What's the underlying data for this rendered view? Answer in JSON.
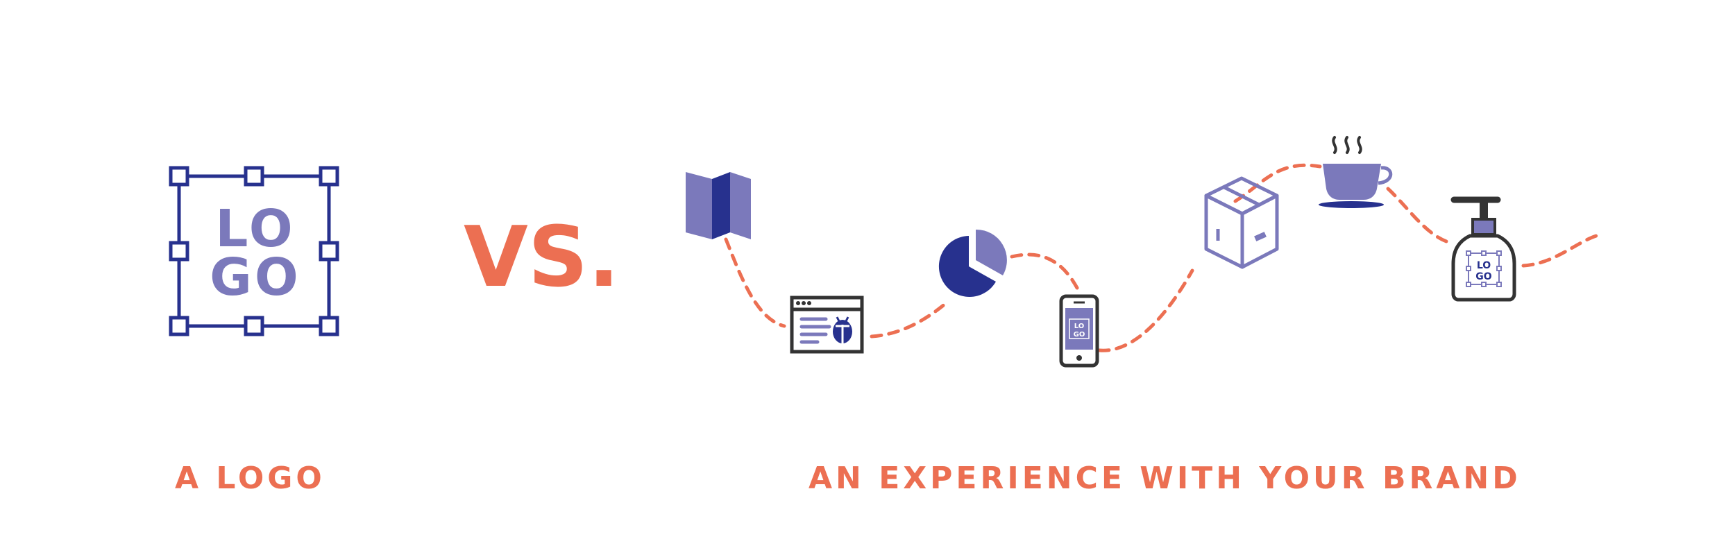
{
  "logo_block": {
    "logo_line1": "LO",
    "logo_line2": "GO",
    "caption": "A LOGO"
  },
  "versus_label": "VS.",
  "journey": {
    "caption": "AN EXPERIENCE WITH YOUR BRAND",
    "touchpoints": [
      {
        "icon": "folded-map-icon"
      },
      {
        "icon": "browser-window-icon"
      },
      {
        "icon": "pie-chart-icon"
      },
      {
        "icon": "smartphone-icon",
        "logo_line1": "LO",
        "logo_line2": "GO"
      },
      {
        "icon": "shipping-box-icon"
      },
      {
        "icon": "coffee-cup-icon"
      },
      {
        "icon": "soap-dispenser-icon",
        "logo_line1": "LO",
        "logo_line2": "GO"
      }
    ]
  },
  "colors": {
    "accent_orange": "#ec6f52",
    "navy": "#27318e",
    "lavender": "#7b79bb",
    "dark_gray": "#333333"
  }
}
